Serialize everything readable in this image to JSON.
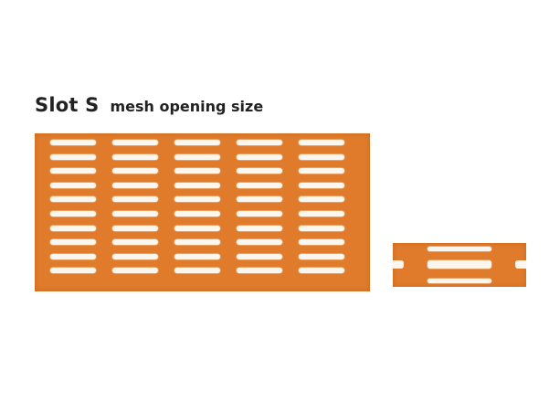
{
  "header": {
    "title": "Slot S",
    "subtitle": "mesh opening size"
  },
  "colors": {
    "mesh": "#e07b2c",
    "slot": "#fbf7ef",
    "text": "#222222"
  },
  "illustrations": {
    "large_panel": {
      "name": "slotted-mesh-sheet",
      "slot_rows": 10,
      "slot_columns": 5
    },
    "detail_panel": {
      "name": "single-slot-detail"
    }
  }
}
